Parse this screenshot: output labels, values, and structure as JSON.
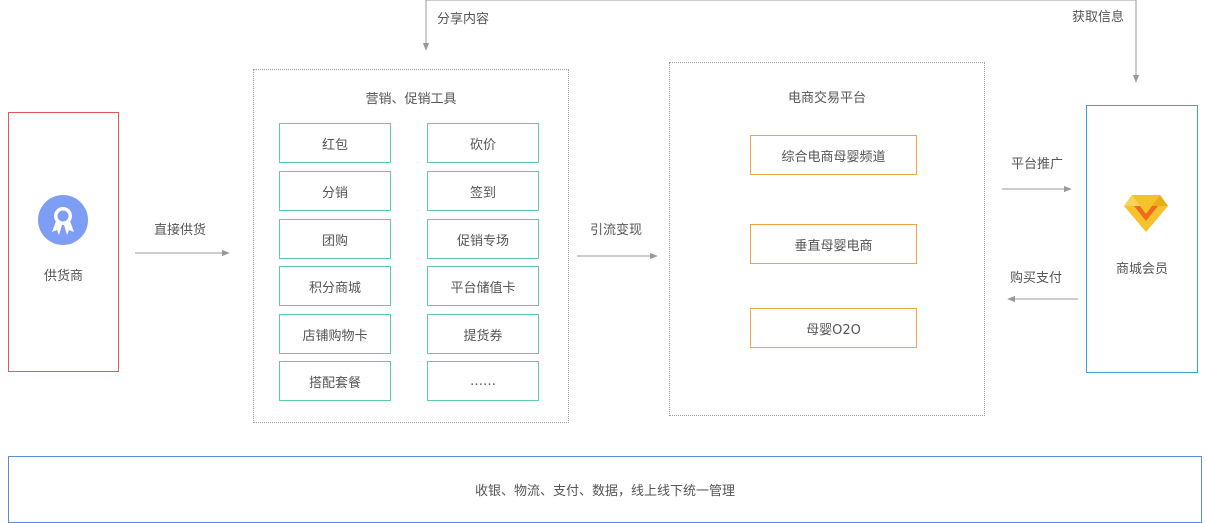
{
  "supplier": {
    "label": "供货商",
    "icon": "ribbon-badge-icon"
  },
  "flow_labels": {
    "direct_supply": "直接供货",
    "traffic_monetize": "引流变现",
    "platform_promotion": "平台推广",
    "purchase_payment": "购买支付",
    "share_content": "分享内容",
    "get_info": "获取信息"
  },
  "tools": {
    "title": "营销、促销工具",
    "items": [
      "红包",
      "砍价",
      "分销",
      "签到",
      "团购",
      "促销专场",
      "积分商城",
      "平台储值卡",
      "店铺购物卡",
      "提货券",
      "搭配套餐",
      "……"
    ]
  },
  "platform": {
    "title": "电商交易平台",
    "items": [
      "综合电商母婴频道",
      "垂直母婴电商",
      "母婴O2O"
    ]
  },
  "member": {
    "label": "商城会员",
    "icon": "diamond-icon"
  },
  "footer": {
    "text": "收银、物流、支付、数据，线上线下统一管理"
  },
  "colors": {
    "supplier_border": "#e05a5a",
    "tool_border": "#5fc9b0",
    "platform_item_border": "#f0a640",
    "member_border": "#3aa3d6",
    "footer_border": "#5b8bd9",
    "arrow": "#999999"
  }
}
